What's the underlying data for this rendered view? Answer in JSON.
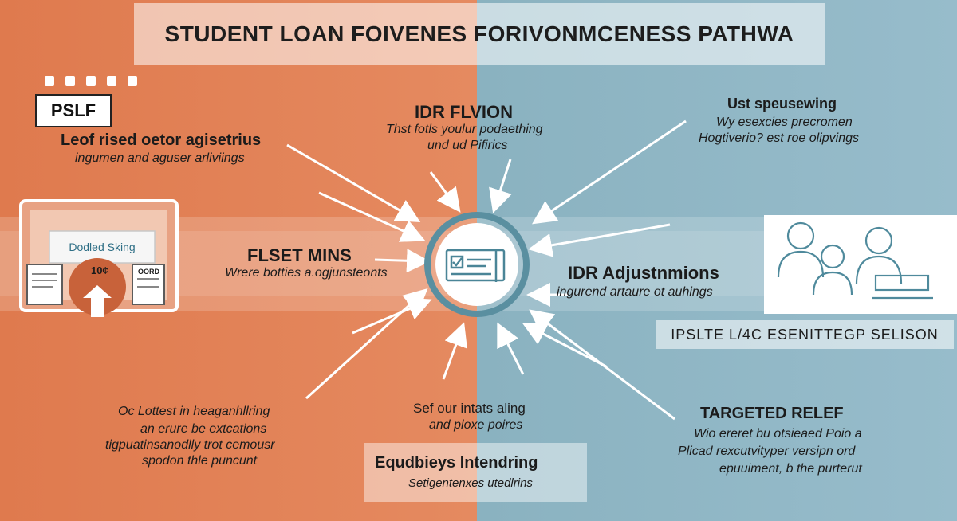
{
  "title": "STUDENT LOAN FOIVENES FORIVONMCENESS PATHWA",
  "badge": "PSLF",
  "left_top": {
    "heading": "Leof rised oetor agisetrius",
    "sub": "ingumen and aguser arliviings"
  },
  "left_card": {
    "label": "Dodled Sking",
    "badge": "10¢",
    "doc_label": "OORD"
  },
  "left_mid": {
    "heading": "FLSET MINS",
    "sub": "Wrere botties a.ogjunsteonts"
  },
  "left_bottom": {
    "line1": "Oc Lottest in heaganhllring",
    "line2": "an erure be extcations",
    "line3": "tigpuatinsanodlly trot cemousr",
    "line4": "spodon thle puncunt"
  },
  "top_center": {
    "heading": "IDR FLVION",
    "line1": "Thst fotls youlur podaething",
    "line2": "und ud Pifirics"
  },
  "top_right": {
    "heading": "Ust speusewing",
    "line1": "Wy esexcies precromen",
    "line2": "Hogtiverio? est roe olipvings"
  },
  "right_mid": {
    "heading": "IDR Adjustnmions",
    "sub": "ingurend artaure ot auhings"
  },
  "right_banner": "IPSLTE L/4C ESENITTEGP SELISON",
  "bottom_center": {
    "line1": "Sef our intats aling",
    "line2": "and ploxe poires"
  },
  "bottom_box": {
    "heading": "Equdbieys Intendring",
    "sub": "Setigentenxes utedlrins"
  },
  "bottom_right": {
    "heading": "TARGETED RELEF",
    "line1": "Wio ereret bu otsieaed Poio a",
    "line2": "Plicad rexcutvityper versipn ord",
    "line3": "epuuiment, b the purterut"
  },
  "colors": {
    "left_bg": "#e07d52",
    "right_bg": "#8fb7c6",
    "ink": "#1b1b1b",
    "line": "#5a8fa0"
  }
}
